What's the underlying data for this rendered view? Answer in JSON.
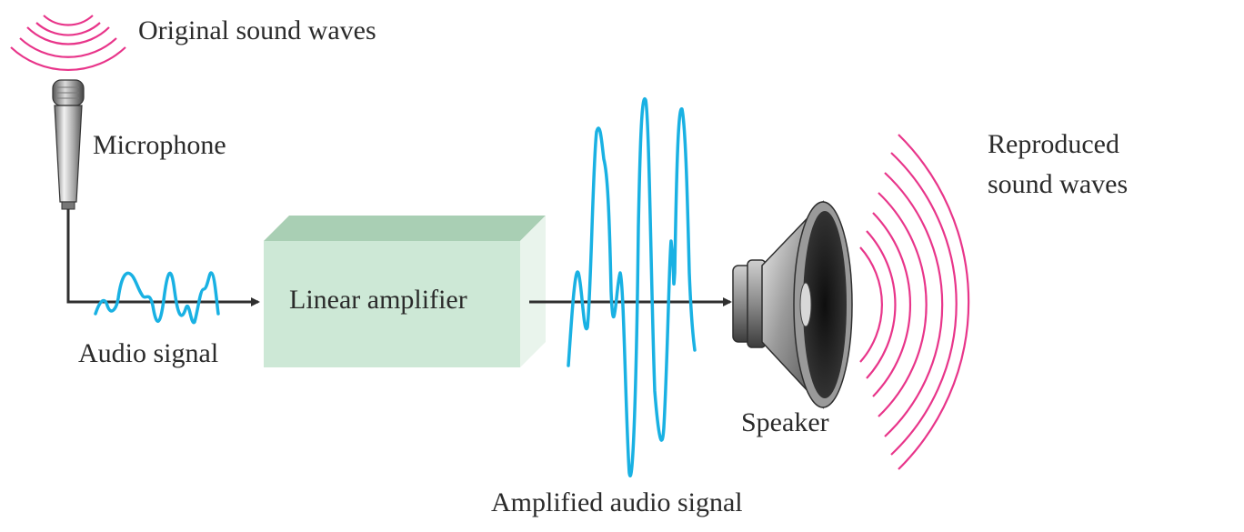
{
  "labels": {
    "original_waves": "Original sound waves",
    "microphone": "Microphone",
    "audio_signal": "Audio signal",
    "amplifier": "Linear amplifier",
    "amplified_signal": "Amplified audio signal",
    "speaker": "Speaker",
    "reproduced_line1": "Reproduced",
    "reproduced_line2": "sound waves"
  },
  "colors": {
    "sound_wave": "#e8358a",
    "audio_signal": "#19b1e3",
    "amplifier_front": "#cde8d6",
    "amplifier_top": "#a9cfb4",
    "amplifier_side": "#e9f4ec",
    "signal_path": "#2f2f2f",
    "text": "#2b2b2b"
  },
  "icons": {
    "microphone": "microphone-icon",
    "speaker": "speaker-icon"
  }
}
